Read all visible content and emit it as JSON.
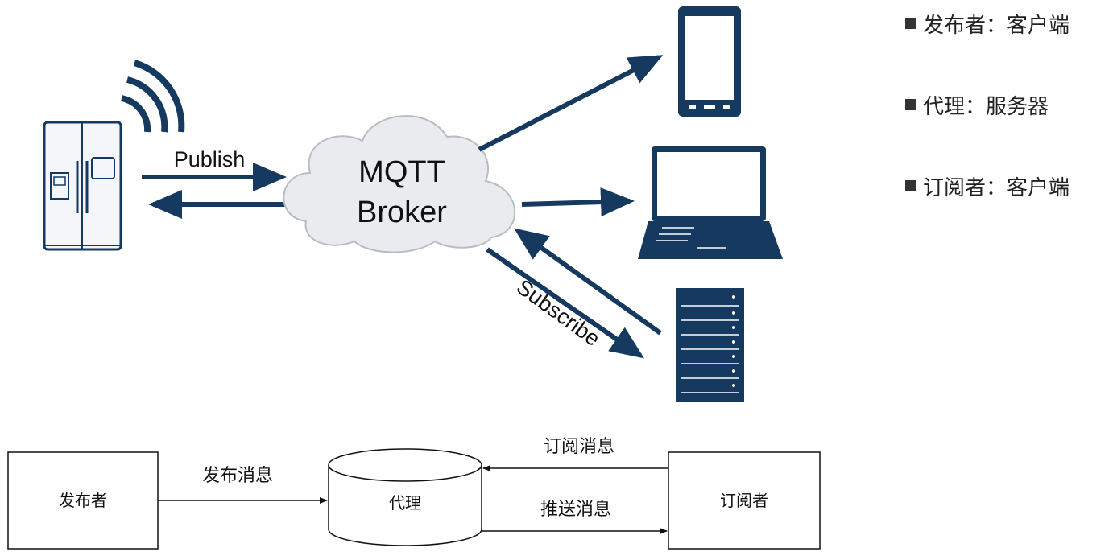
{
  "top_diagram": {
    "publish_label": "Publish",
    "broker_label_line1": "MQTT",
    "broker_label_line2": "Broker",
    "subscribe_label": "Subscribe",
    "icons": [
      "fridge-icon",
      "wifi-signal-icon",
      "cloud-icon",
      "smartphone-icon",
      "laptop-icon",
      "server-icon"
    ],
    "colors": {
      "arrow": "#163a5f",
      "device": "#163a5f",
      "cloud_fill": "#e9ebef",
      "cloud_stroke": "#b9bcc3"
    }
  },
  "legend": {
    "items": [
      {
        "text": "发布者：客户端"
      },
      {
        "text": "代理：服务器"
      },
      {
        "text": "订阅者：客户端"
      }
    ]
  },
  "bottom_diagram": {
    "publisher_label": "发布者",
    "broker_label": "代理",
    "subscriber_label": "订阅者",
    "publish_msg_label": "发布消息",
    "subscribe_msg_label": "订阅消息",
    "push_msg_label": "推送消息"
  }
}
